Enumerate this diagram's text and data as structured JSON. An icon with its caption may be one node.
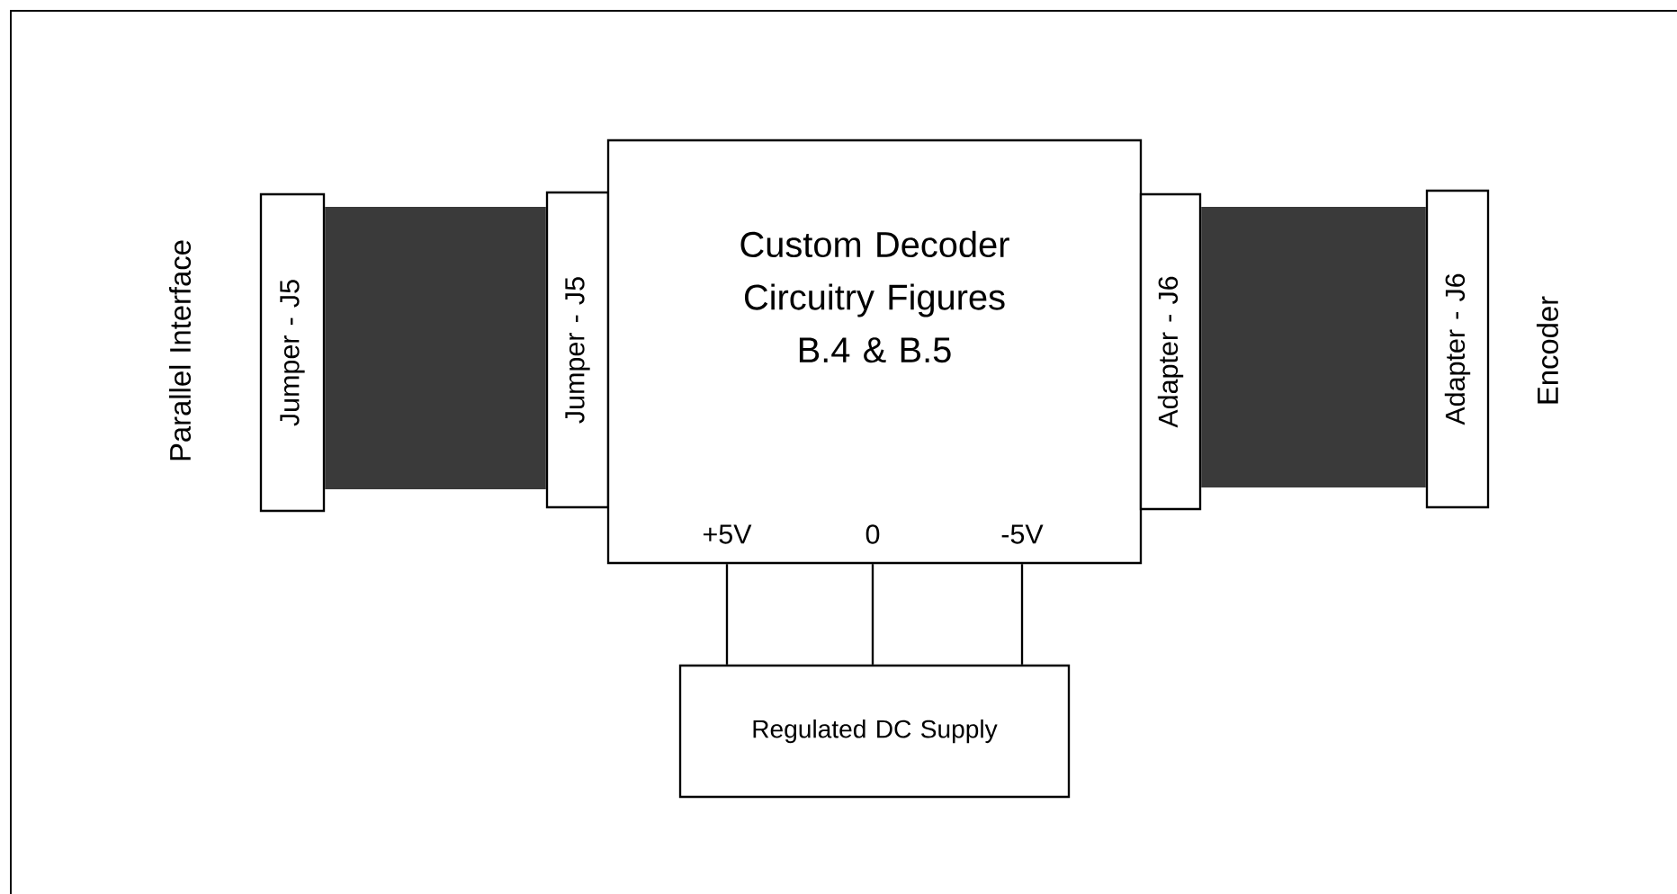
{
  "diagram": {
    "nodes": [
      {
        "text": [
          "Jumper - J5"
        ]
      },
      {
        "text": [
          "Jumper - J5"
        ]
      },
      {
        "text": [
          "Custom Decoder Circuitry Figures B.4 & B.5"
        ]
      },
      {
        "text": [
          "Adapter - J6"
        ]
      },
      {
        "text": [
          "Adapter - J6"
        ]
      },
      {
        "text": [
          "Regulated DC Supply"
        ]
      }
    ],
    "edges": [
      {
        "from": 0,
        "to": 1,
        "arrow": "none",
        "style": "thick",
        "color": "#3a3a3a"
      },
      {
        "from": 3,
        "to": 4,
        "arrow": "none",
        "style": "thick",
        "color": "#3a3a3a"
      },
      {
        "from": 2,
        "to": 5,
        "arrow": "none",
        "label": "+5V"
      },
      {
        "from": 2,
        "to": 5,
        "arrow": "none",
        "label": "0"
      },
      {
        "from": 2,
        "to": 5,
        "arrow": "none",
        "label": "-5V"
      }
    ],
    "labels": [
      "Parallel Interface",
      "Encoder"
    ]
  }
}
